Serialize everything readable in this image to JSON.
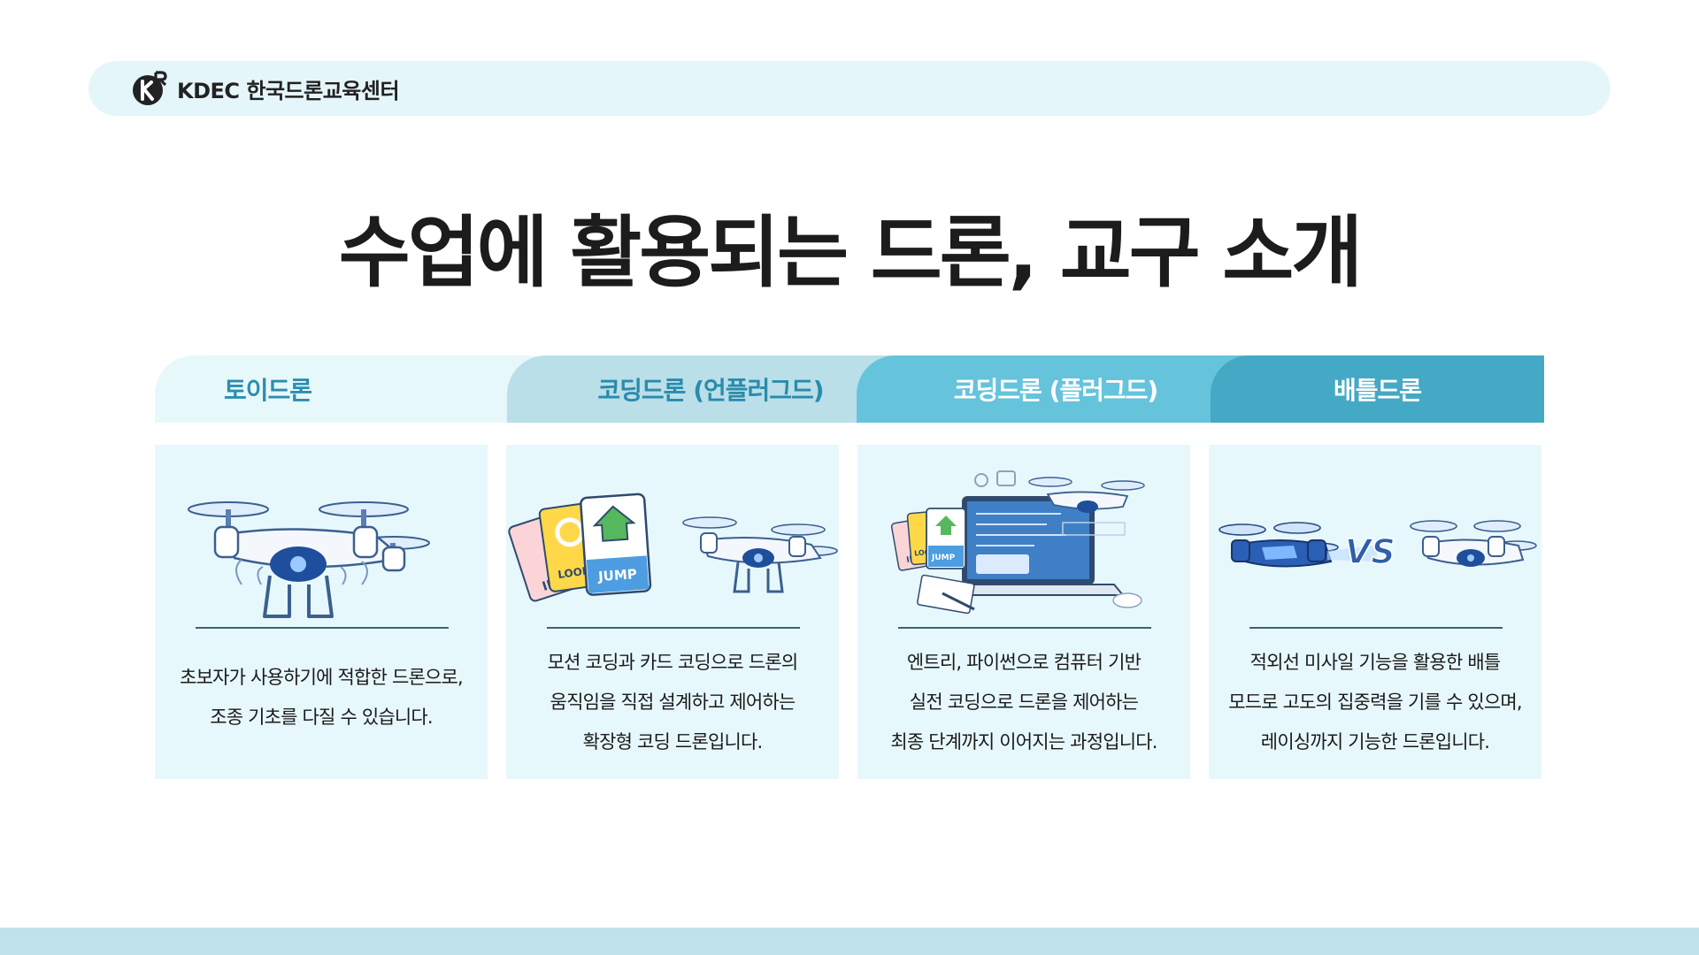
{
  "header": {
    "brand": "KDEC 한국드론교육센터",
    "logo_icon": "kr-logo-icon"
  },
  "title": "수업에 활용되는 드론, 교구 소개",
  "tabs": [
    {
      "label": "토이드론"
    },
    {
      "label": "코딩드론 (언플러그드)"
    },
    {
      "label": "코딩드론 (플러그드)"
    },
    {
      "label": "배틀드론"
    }
  ],
  "cards": [
    {
      "illustration": "toy-drone-icon",
      "lines": [
        "초보자가 사용하기에 적합한 드론으로,",
        "조종 기초를 다질 수 있습니다."
      ]
    },
    {
      "illustration": "coding-cards-drone-icon",
      "card_labels": [
        "IF",
        "LOOP",
        "JUMP"
      ],
      "lines": [
        "모션 코딩과 카드 코딩으로 드론의",
        "움직임을 직접 설계하고 제어하는",
        "확장형 코딩 드론입니다."
      ]
    },
    {
      "illustration": "laptop-coding-drone-icon",
      "card_labels": [
        "IF",
        "LOOP",
        "JUMP"
      ],
      "lines": [
        "엔트리, 파이썬으로 컴퓨터 기반",
        "실전 코딩으로 드론을 제어하는",
        "최종 단계까지 이어지는 과정입니다."
      ]
    },
    {
      "illustration": "battle-drones-icon",
      "vs_label": "VS",
      "lines": [
        "적외선 미사일 기능을 활용한 배틀",
        "모드로 고도의 집중력을 기를 수 있으며,",
        "레이싱까지  기능한 드론입니다."
      ]
    }
  ],
  "colors": {
    "accent": "#44a9c5",
    "card_bg": "#e7f8fc",
    "header_bg": "#e5f6fb",
    "footer_bg": "#bfe2eb"
  }
}
